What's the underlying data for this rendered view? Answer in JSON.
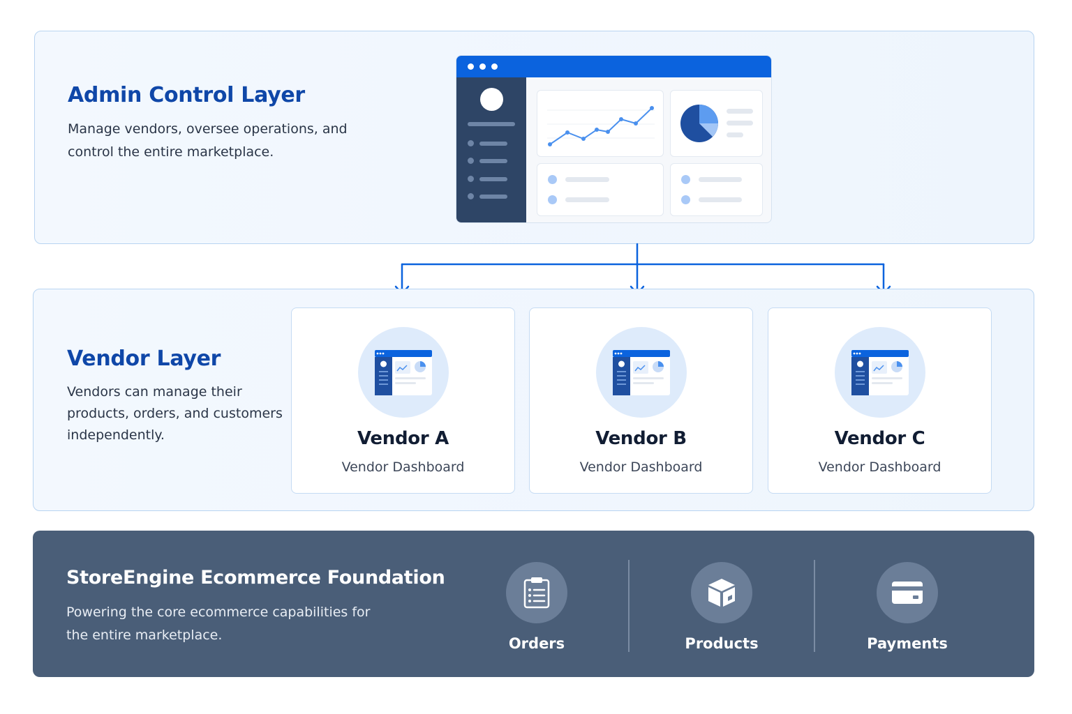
{
  "admin": {
    "title": "Admin Control Layer",
    "description": "Manage vendors, oversee operations, and control the entire marketplace."
  },
  "vendor_layer": {
    "title": "Vendor Layer",
    "description": "Vendors can manage their products, orders, and customers independently.",
    "vendors": [
      {
        "name": "Vendor A",
        "subtitle": "Vendor Dashboard"
      },
      {
        "name": "Vendor B",
        "subtitle": "Vendor Dashboard"
      },
      {
        "name": "Vendor C",
        "subtitle": "Vendor Dashboard"
      }
    ]
  },
  "foundation": {
    "title": "StoreEngine Ecommerce Foundation",
    "description": "Powering the core ecommerce capabilities for the entire marketplace.",
    "capabilities": [
      {
        "label": "Orders",
        "icon": "clipboard-list-icon"
      },
      {
        "label": "Products",
        "icon": "box-icon"
      },
      {
        "label": "Payments",
        "icon": "credit-card-icon"
      }
    ]
  },
  "colors": {
    "accent_blue": "#0b63de",
    "title_blue": "#0f47a8",
    "panel_border": "#b8d4f1",
    "foundation_bg": "#4a5e78",
    "sidebar_dark": "#2e4566"
  }
}
